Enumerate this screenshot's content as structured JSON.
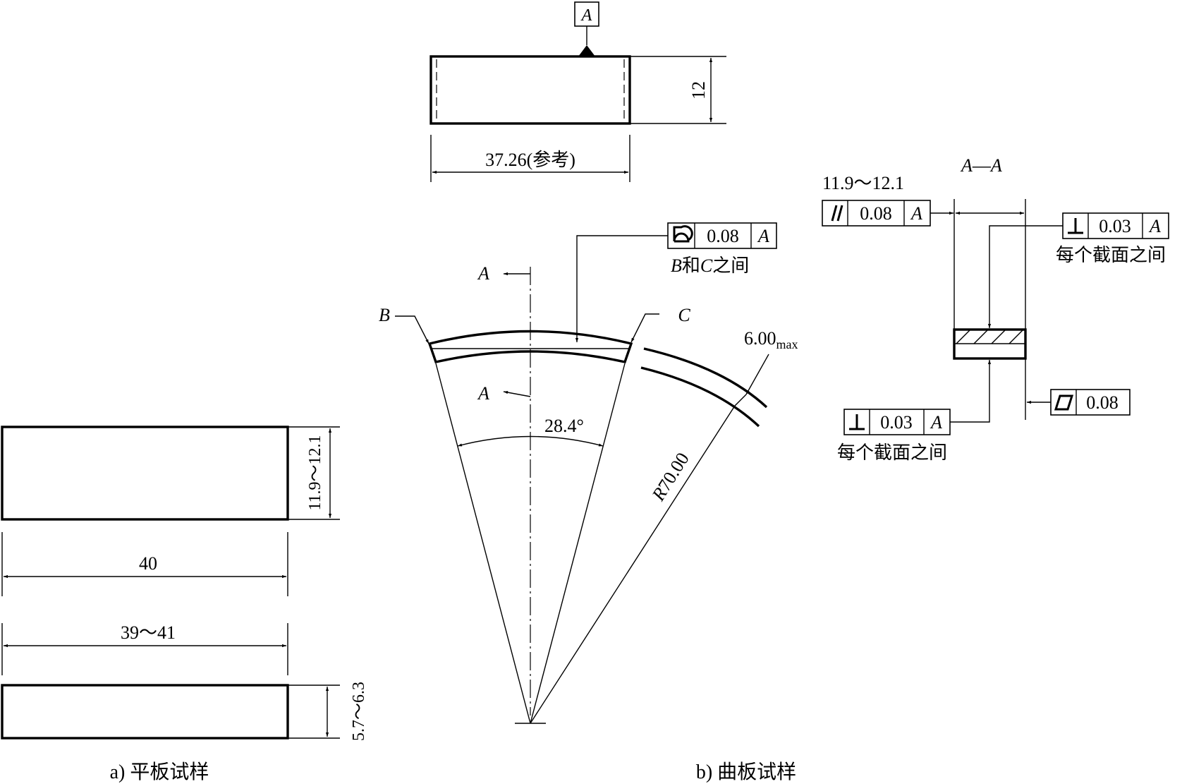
{
  "flat_specimen": {
    "caption": "a) 平板试样",
    "dims": {
      "width_range": "11.9～12.1",
      "length": "40",
      "length_range": "39～41",
      "thickness_range": "5.7～6.3"
    }
  },
  "curved_specimen": {
    "caption": "b) 曲板试样",
    "top_view": {
      "datum_letter": "A",
      "height": "12",
      "chord_ref": "37.26(参考)"
    },
    "profile_callout": {
      "tolerance": "0.08",
      "datum": "A",
      "note_b": "B",
      "note_mid": "和",
      "note_c": "C",
      "note_tail": "之间"
    },
    "section_marks": [
      "A",
      "A"
    ],
    "point_labels": {
      "b": "B",
      "c": "C"
    },
    "angle": "28.4°",
    "radius_prefix": "R",
    "radius": "70.00",
    "thickness_max": "6.00",
    "thickness_max_sub": "max"
  },
  "section_view": {
    "title_left": "A",
    "title_dash": "—",
    "title_right": "A",
    "width_range": "11.9～12.1",
    "parallelism": {
      "tolerance": "0.08",
      "datum": "A"
    },
    "perp_top": {
      "tolerance": "0.03",
      "datum": "A",
      "note": "每个截面之间"
    },
    "perp_bottom": {
      "tolerance": "0.03",
      "datum": "A",
      "note": "每个截面之间"
    },
    "flatness": {
      "tolerance": "0.08"
    }
  },
  "colors": {
    "ink": "#000000",
    "paper": "#ffffff"
  },
  "icons": [
    "datum-triangle-icon",
    "profile-of-surface-icon",
    "parallelism-icon",
    "perpendicularity-icon",
    "flatness-icon"
  ]
}
